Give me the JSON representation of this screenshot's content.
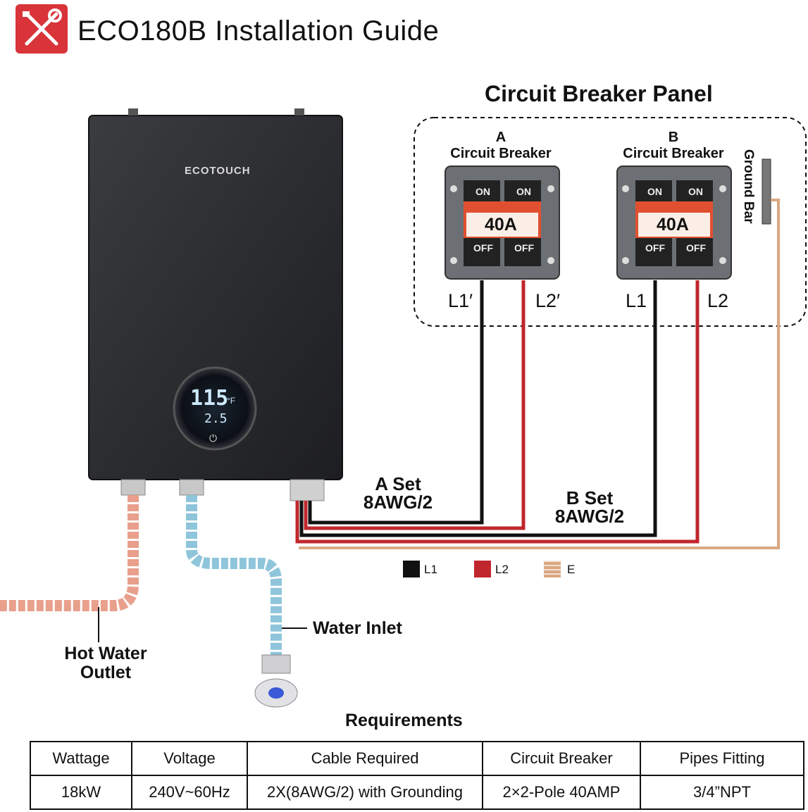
{
  "header": {
    "title": "ECO180B Installation Guide",
    "logo_icon": "wrench-screwdriver-icon"
  },
  "heater": {
    "brand": "ECOTOUCH",
    "display_temp": "115",
    "display_unit": "°F",
    "display_flow": "2.5"
  },
  "panel": {
    "title": "Circuit Breaker Panel",
    "breakers": [
      {
        "letter": "A",
        "label": "Circuit Breaker",
        "on": "ON",
        "off": "OFF",
        "amps": "40A",
        "lines": [
          "L1′",
          "L2′"
        ]
      },
      {
        "letter": "B",
        "label": "Circuit Breaker",
        "on": "ON",
        "off": "OFF",
        "amps": "40A",
        "lines": [
          "L1",
          "L2"
        ]
      }
    ],
    "ground_bar": "Ground Bar"
  },
  "cables": {
    "a_set_name": "A Set",
    "a_set_gauge": "8AWG/2",
    "b_set_name": "B Set",
    "b_set_gauge": "8AWG/2"
  },
  "legend": [
    {
      "label": "L1",
      "color": "#111111"
    },
    {
      "label": "L2",
      "color": "#c0272d"
    },
    {
      "label": "E",
      "color": "#d9a882"
    }
  ],
  "pipes": {
    "water_inlet": "Water Inlet",
    "hot_water_outlet_line1": "Hot Water",
    "hot_water_outlet_line2": "Outlet"
  },
  "requirements": {
    "title": "Requirements",
    "headers": [
      "Wattage",
      "Voltage",
      "Cable Required",
      "Circuit Breaker",
      "Pipes Fitting"
    ],
    "values": [
      "18kW",
      "240V~60Hz",
      "2X(8AWG/2) with Grounding",
      "2×2-Pole 40AMP",
      "3/4”NPT"
    ]
  },
  "colors": {
    "wire_l1": "#111111",
    "wire_l2": "#c0272d",
    "wire_e": "#d9a882",
    "logo_red": "#d8343a",
    "hot_pipe": "#e8a08c",
    "cold_pipe": "#8ec5da"
  }
}
